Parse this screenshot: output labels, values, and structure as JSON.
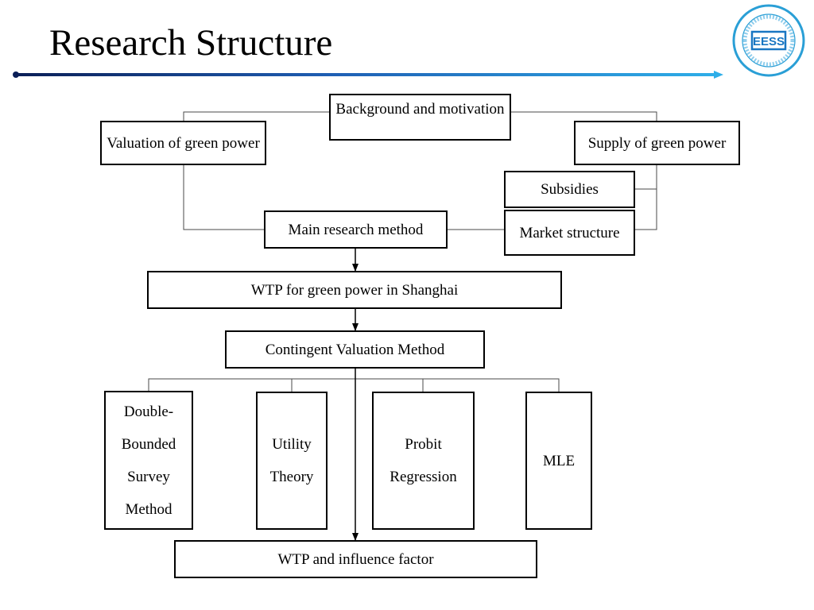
{
  "page": {
    "title": "Research Structure",
    "accent_color": "#1f5fb4"
  },
  "diagram": {
    "background": "Background and motivation",
    "valuation": "Valuation of green power",
    "supply": "Supply of green power",
    "subsidies": "Subsidies",
    "market": "Market structure",
    "main_method": "Main research method",
    "wtp_shanghai": "WTP for green power in Shanghai",
    "cvm": "Contingent Valuation Method",
    "double_bounded": "Double-\nBounded\nSurvey\nMethod",
    "utility": "Utility\nTheory",
    "probit": "Probit\nRegression",
    "mle": "MLE",
    "wtp_factor": "WTP and influence factor"
  },
  "logo": {
    "icon": "eess-logo-icon",
    "text": "EESS"
  }
}
